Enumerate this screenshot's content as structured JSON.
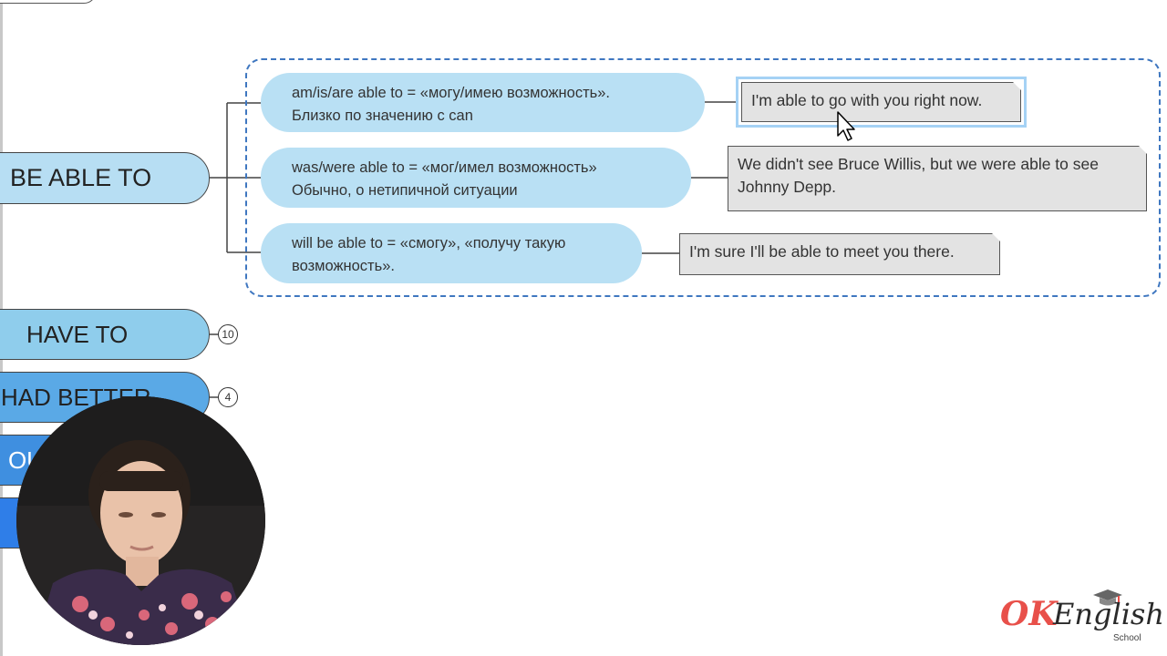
{
  "mindmap": {
    "root": {
      "label": "BE ABLE TO"
    },
    "subtopics": [
      {
        "line1": "am/is/are able to = «могу/имею возможность».",
        "line2": "Близко по значению с can",
        "example": "I'm able to go with you right now."
      },
      {
        "line1": "was/were able to = «мог/имел возможность»",
        "line2": "Обычно, о нетипичной ситуации",
        "example_line1": "We didn't see Bruce Willis, but we were able to see",
        "example_line2": "Johnny Depp."
      },
      {
        "line1": "will be able to = «смогу», «получу такую",
        "line2": "возможность».",
        "example": "I'm sure I'll be able to meet you there."
      }
    ],
    "branches": [
      {
        "label": "HAVE TO",
        "count": "10",
        "color": "#8fcdec"
      },
      {
        "label": "HAD BETTER",
        "count": "4",
        "color": "#5aa9e6"
      },
      {
        "label": "OUGHT TO",
        "count": "",
        "color": "#3f8fe0"
      },
      {
        "label": "",
        "count": "",
        "color": "#2f7ee8"
      }
    ]
  },
  "colors": {
    "subtopic_fill": "#b9e0f4",
    "frame_dash": "#3f77c0",
    "note_fill": "#e3e3e3"
  },
  "logo": {
    "ok": "OK",
    "english": "English",
    "school": "School"
  }
}
